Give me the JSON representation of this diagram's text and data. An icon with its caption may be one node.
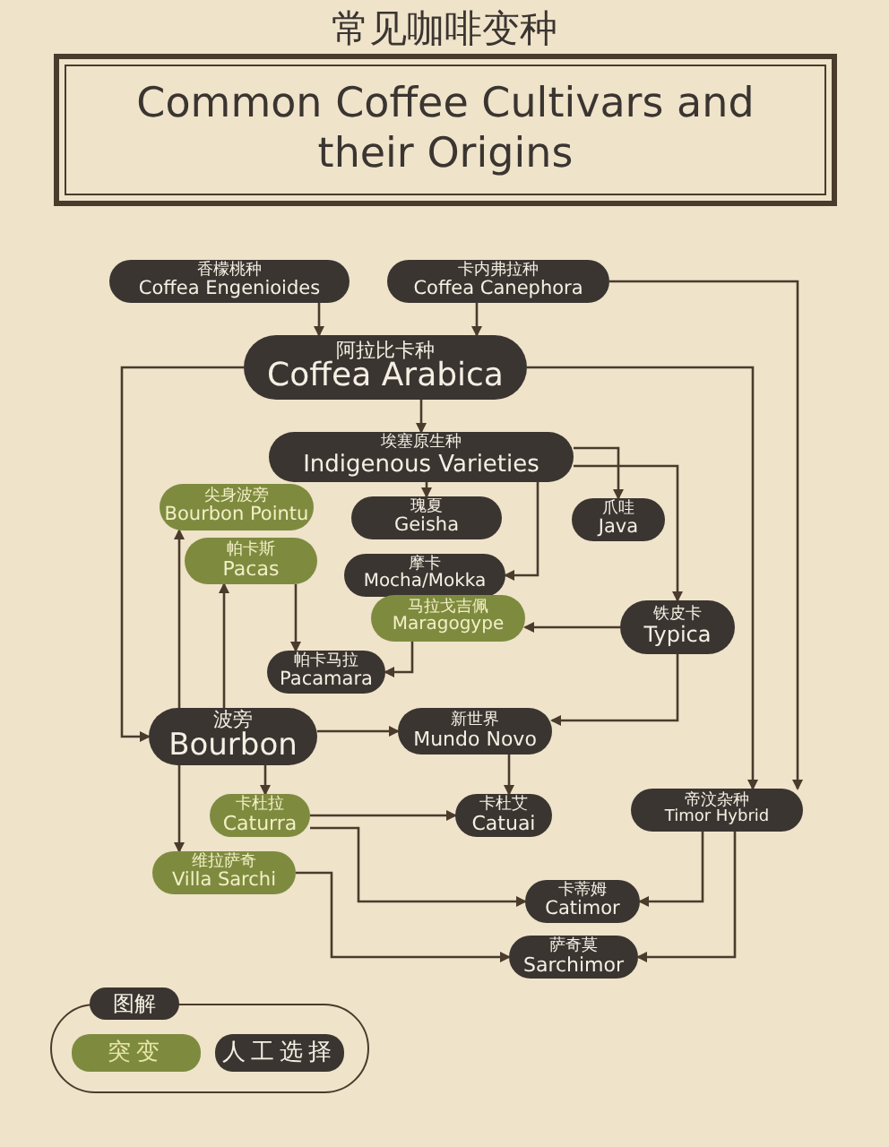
{
  "diagram": {
    "title": "常见咖啡变种",
    "nodes": [
      {
        "text": [
          "Common Coffee Cultivars and their Origins"
        ]
      },
      {
        "text": [
          "香檬桃种",
          "Coffea Engenioides"
        ]
      },
      {
        "text": [
          "卡内弗拉种",
          "Coffea Canephora"
        ]
      },
      {
        "text": [
          "阿拉比卡种",
          "Coffea Arabica"
        ]
      },
      {
        "text": [
          "埃塞原生种",
          "Indigenous Varieties"
        ]
      },
      {
        "text": [
          "尖身波旁",
          "Bourbon Pointu"
        ]
      },
      {
        "text": [
          "帕卡斯",
          "Pacas"
        ]
      },
      {
        "text": [
          "瑰夏",
          "Geisha"
        ]
      },
      {
        "text": [
          "爪哇",
          "Java"
        ]
      },
      {
        "text": [
          "摩卡",
          "Mocha/Mokka"
        ]
      },
      {
        "text": [
          "马拉戈吉佩",
          "Maragogype"
        ]
      },
      {
        "text": [
          "铁皮卡",
          "Typica"
        ]
      },
      {
        "text": [
          "帕卡马拉",
          "Pacamara"
        ]
      },
      {
        "text": [
          "波旁",
          "Bourbon"
        ]
      },
      {
        "text": [
          "新世界",
          "Mundo Novo"
        ]
      },
      {
        "text": [
          "卡杜拉",
          "Caturra"
        ]
      },
      {
        "text": [
          "卡杜艾",
          "Catuai"
        ]
      },
      {
        "text": [
          "帝汶杂种",
          "Timor Hybrid"
        ]
      },
      {
        "text": [
          "维拉萨奇",
          "Villa Sarchi"
        ]
      },
      {
        "text": [
          "卡蒂姆",
          "Catimor"
        ]
      },
      {
        "text": [
          "萨奇莫",
          "Sarchimor"
        ]
      }
    ],
    "edges": [
      {
        "from": 1,
        "to": 3,
        "arrow": "to"
      },
      {
        "from": 2,
        "to": 3,
        "arrow": "to"
      },
      {
        "from": 3,
        "to": 4,
        "arrow": "to"
      },
      {
        "from": 4,
        "to": 7,
        "arrow": "to"
      },
      {
        "from": 4,
        "to": 8,
        "arrow": "to"
      },
      {
        "from": 4,
        "to": 9,
        "arrow": "to"
      },
      {
        "from": 4,
        "to": 11,
        "arrow": "to"
      },
      {
        "from": 3,
        "to": 13,
        "arrow": "to"
      },
      {
        "from": 13,
        "to": 5,
        "arrow": "to"
      },
      {
        "from": 13,
        "to": 6,
        "arrow": "to"
      },
      {
        "from": 11,
        "to": 10,
        "arrow": "to"
      },
      {
        "from": 6,
        "to": 12,
        "arrow": "to"
      },
      {
        "from": 10,
        "to": 12,
        "arrow": "to"
      },
      {
        "from": 13,
        "to": 14,
        "arrow": "to"
      },
      {
        "from": 11,
        "to": 14,
        "arrow": "to"
      },
      {
        "from": 13,
        "to": 15,
        "arrow": "to"
      },
      {
        "from": 13,
        "to": 18,
        "arrow": "to"
      },
      {
        "from": 14,
        "to": 16,
        "arrow": "to"
      },
      {
        "from": 15,
        "to": 16,
        "arrow": "to"
      },
      {
        "from": 3,
        "to": 17,
        "arrow": "to"
      },
      {
        "from": 2,
        "to": 17,
        "arrow": "to"
      },
      {
        "from": 15,
        "to": 19,
        "arrow": "to"
      },
      {
        "from": 17,
        "to": 19,
        "arrow": "to"
      },
      {
        "from": 18,
        "to": 20,
        "arrow": "to"
      },
      {
        "from": 17,
        "to": 20,
        "arrow": "to"
      }
    ],
    "labels": [
      "图解"
    ],
    "legend": [
      {
        "text": "突变",
        "color": "#7e8b3f"
      },
      {
        "text": "人工选择",
        "color": "#3b3531"
      }
    ]
  }
}
